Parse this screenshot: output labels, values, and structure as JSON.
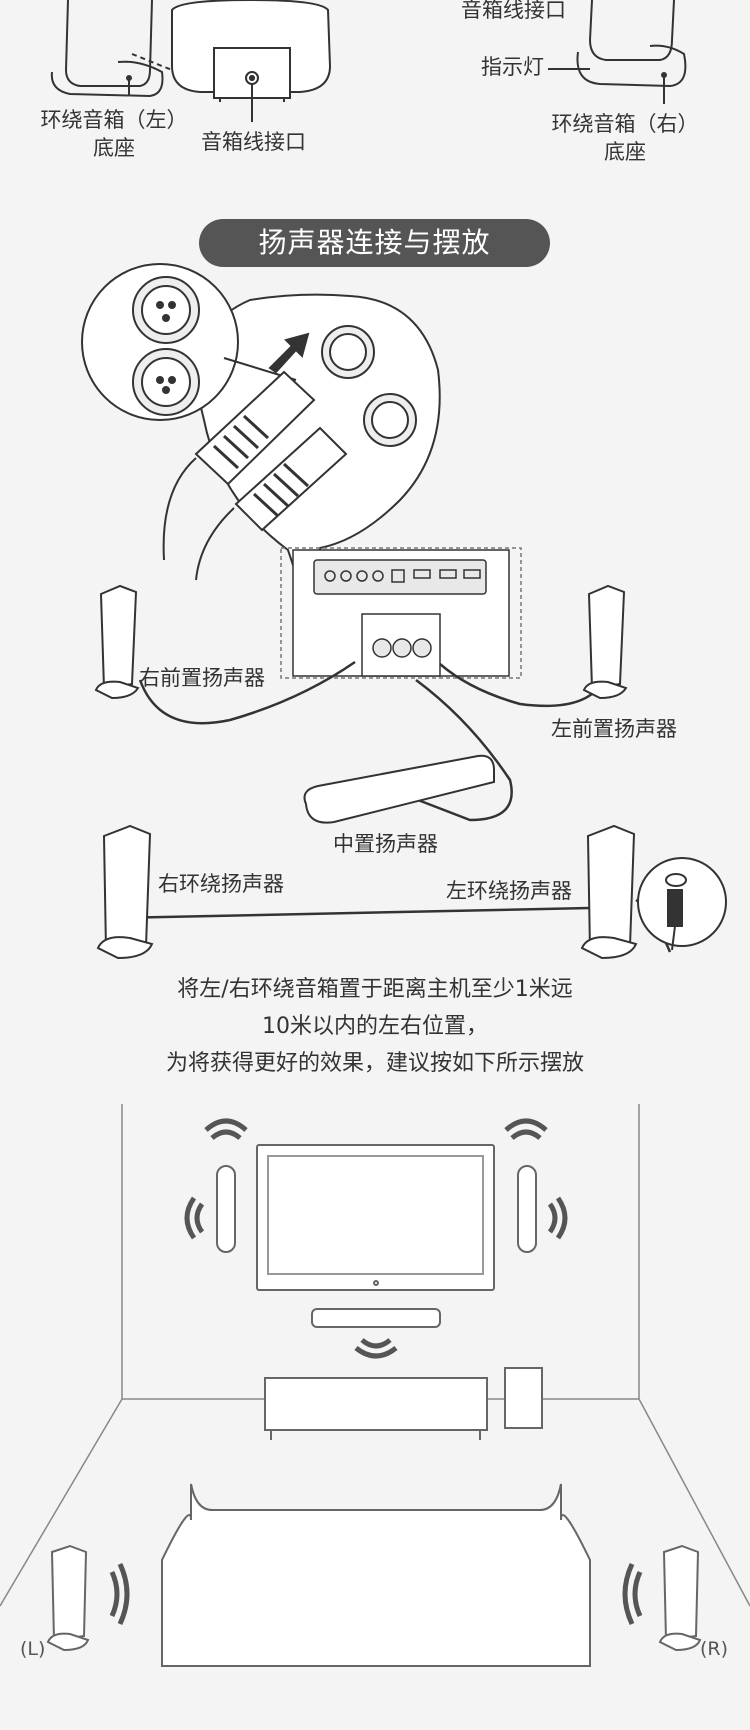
{
  "top_labels": {
    "left_base_line1": "环绕音箱（左）",
    "left_base_line2": "底座",
    "left_port": "音箱线接口",
    "right_port": "音箱线接口",
    "indicator": "指示灯",
    "right_base_line1": "环绕音箱（右）",
    "right_base_line2": "底座"
  },
  "section_title": "扬声器连接与摆放",
  "wiring_labels": {
    "front_right": "右前置扬声器",
    "front_left": "左前置扬声器",
    "center": "中置扬声器",
    "surround_right": "右环绕扬声器",
    "surround_left": "左环绕扬声器"
  },
  "instruction": {
    "line1": "将左/右环绕音箱置于距离主机至少1米远",
    "line2": "10米以内的左右位置，",
    "line3": "为将获得更好的效果，建议按如下所示摆放"
  },
  "room_labels": {
    "left": "(L)",
    "right": "(R)"
  },
  "colors": {
    "pill_bg": "#555555",
    "line": "#333333",
    "room_line": "#888888"
  }
}
